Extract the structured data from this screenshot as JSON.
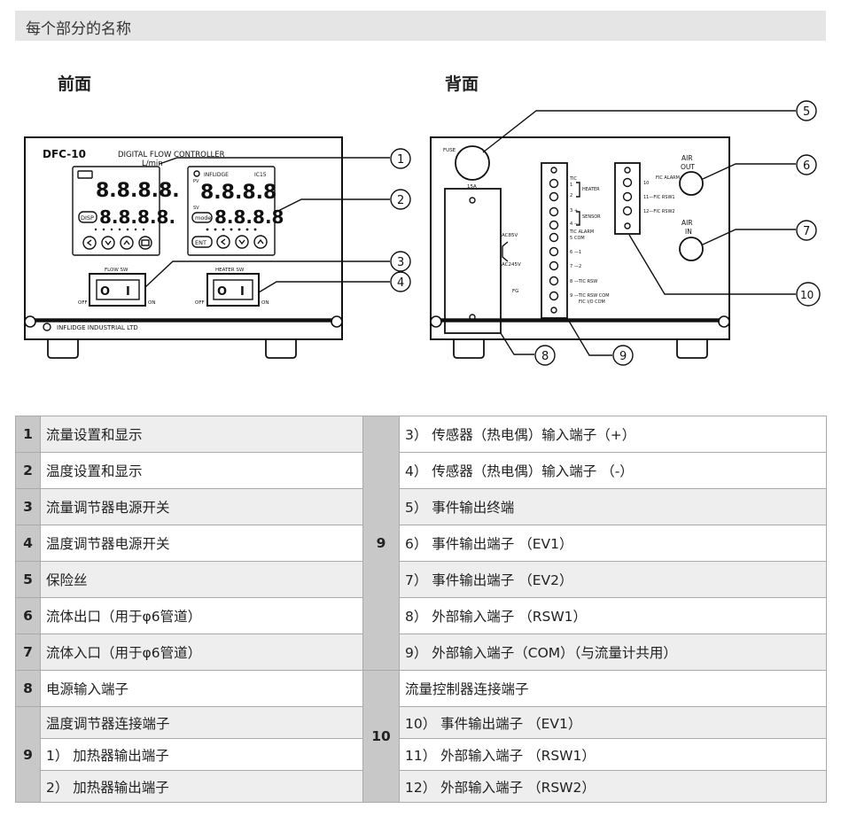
{
  "header": {
    "title": "每个部分的名称"
  },
  "front_label": "前面",
  "back_label": "背面",
  "front_panel": {
    "model": "DFC-10",
    "device_title": "DIGITAL FLOW CONTROLLER",
    "unit": "L/min",
    "flow_display_top": "8.8.8.8.",
    "flow_display_bottom": "8.8.8.8.",
    "disp_key": "DISP",
    "temp_brand": "INFLIDGE",
    "temp_model": "IC15",
    "pv_label": "PV",
    "sv_label": "SV",
    "temp_display_top": "8.8.8.8",
    "temp_display_bottom": "8.8.8.8",
    "mode_key": "mode",
    "ent_key": "ENT",
    "flow_sw_label": "FLOW SW",
    "heater_sw_label": "HEATER SW",
    "off_label": "OFF",
    "on_label": "ON",
    "switch_o": "O",
    "switch_i": "I",
    "company": "INFLIDGE INDUSTRIAL LTD"
  },
  "back_panel": {
    "fuse_label": "FUSE",
    "fuse_rating": "15A",
    "ac_top": "AC85V",
    "ac_bottom": "AC245V",
    "fg": "FG",
    "t1": "1",
    "t2": "2",
    "t3": "3",
    "t4": "4",
    "t5": "5",
    "t6": "6",
    "t7": "7",
    "t8": "8",
    "t9": "9",
    "tic": "TIC",
    "heater": "HEATER",
    "plus": "+",
    "minus": "—",
    "sensor": "SENSOR",
    "tic_alarm": "TIC ALARM",
    "com": "COM",
    "ev1": "—1",
    "ev2": "—2",
    "tic_rsw": "—TIC RSW",
    "tic_rsw_com": "—TIC RSW COM",
    "fic_io_com": "FIC I/O COM",
    "t10": "10",
    "fic_alarm": "FIC ALARM",
    "t11": "11—FIC RSW1",
    "t12": "12—FIC RSW2",
    "air_out_1": "AIR",
    "air_out_2": "OUT",
    "air_in_1": "AIR",
    "air_in_2": "IN"
  },
  "callouts": [
    "1",
    "2",
    "3",
    "4",
    "5",
    "6",
    "7",
    "8",
    "9",
    "10"
  ],
  "parts_table": {
    "rows": [
      {
        "num": "1",
        "label": "流量设置和显示"
      },
      {
        "num": "2",
        "label": "温度设置和显示"
      },
      {
        "num": "3",
        "label": "流量调节器电源开关"
      },
      {
        "num": "4",
        "label": "温度调节器电源开关"
      },
      {
        "num": "5",
        "label": "保险丝"
      },
      {
        "num": "6",
        "label": "流体出口（用于φ6管道）"
      },
      {
        "num": "7",
        "label": "流体入口（用于φ6管道）"
      },
      {
        "num": "8",
        "label": "电源输入端子"
      }
    ],
    "left_group": {
      "num": "9",
      "title": "温度调节器连接端子",
      "items": [
        "1） 加热器输出端子",
        "2） 加热器输出端子"
      ]
    },
    "right_upper": {
      "num": "9",
      "items": [
        "3） 传感器（热电偶）输入端子（+）",
        "4） 传感器（热电偶）输入端子 （-）",
        "5） 事件输出终端",
        "6） 事件输出端子 （EV1）",
        "7） 事件输出端子 （EV2）",
        "8） 外部输入端子 （RSW1）",
        "9） 外部输入端子（COM）（与流量计共用）"
      ]
    },
    "right_lower": {
      "num": "10",
      "title": "流量控制器连接端子",
      "items": [
        "10） 事件输出端子 （EV1）",
        "11） 外部输入端子 （RSW1）",
        "12） 外部输入端子 （RSW2）"
      ]
    }
  }
}
